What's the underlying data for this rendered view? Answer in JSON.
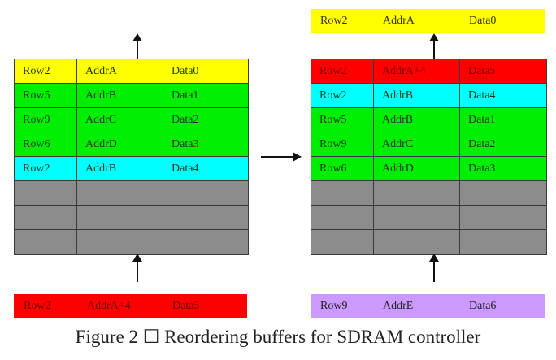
{
  "colors": {
    "yellow": "#ffff00",
    "green": "#00ee00",
    "cyan": "#00ffff",
    "red": "#ff0000",
    "gray": "#8c8c8c",
    "lavender": "#cc99ff"
  },
  "left_buffer": {
    "rows": [
      {
        "row": "Row2",
        "addr": "AddrA",
        "data": "Data0",
        "color": "yellow"
      },
      {
        "row": "Row5",
        "addr": "AddrB",
        "data": "Data1",
        "color": "green"
      },
      {
        "row": "Row9",
        "addr": "AddrC",
        "data": "Data2",
        "color": "green"
      },
      {
        "row": "Row6",
        "addr": "AddrD",
        "data": "Data3",
        "color": "green"
      },
      {
        "row": "Row2",
        "addr": "AddrB",
        "data": "Data4",
        "color": "cyan"
      },
      {
        "row": "",
        "addr": "",
        "data": "",
        "color": "gray"
      },
      {
        "row": "",
        "addr": "",
        "data": "",
        "color": "gray"
      },
      {
        "row": "",
        "addr": "",
        "data": "",
        "color": "gray"
      }
    ],
    "input": {
      "row": "Row2",
      "addr": "AddrA+4",
      "data": "Data5",
      "color": "red"
    }
  },
  "right_buffer": {
    "output": {
      "row": "Row2",
      "addr": "AddrA",
      "data": "Data0",
      "color": "yellow"
    },
    "rows": [
      {
        "row": "Row2",
        "addr": "AddrA+4",
        "data": "Data5",
        "color": "red"
      },
      {
        "row": "Row2",
        "addr": "AddrB",
        "data": "Data4",
        "color": "cyan"
      },
      {
        "row": "Row5",
        "addr": "AddrB",
        "data": "Data1",
        "color": "green"
      },
      {
        "row": "Row9",
        "addr": "AddrC",
        "data": "Data2",
        "color": "green"
      },
      {
        "row": "Row6",
        "addr": "AddrD",
        "data": "Data3",
        "color": "green"
      },
      {
        "row": "",
        "addr": "",
        "data": "",
        "color": "gray"
      },
      {
        "row": "",
        "addr": "",
        "data": "",
        "color": "gray"
      },
      {
        "row": "",
        "addr": "",
        "data": "",
        "color": "gray"
      }
    ],
    "input": {
      "row": "Row9",
      "addr": "AddrE",
      "data": "Data6",
      "color": "lavender"
    }
  },
  "caption": "Figure 2 ☐ Reordering buffers for SDRAM controller"
}
